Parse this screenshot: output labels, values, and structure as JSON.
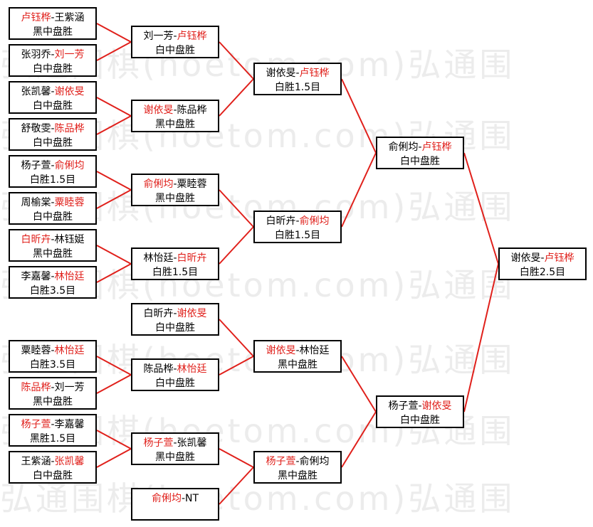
{
  "watermark": "弘通围棋(hoetom.com)弘通围",
  "colors": {
    "winner": "#e0201b",
    "line": "#e0201b",
    "text": "#000000",
    "border": "#000000"
  },
  "rounds": [
    {
      "name": "round-1",
      "matches": [
        {
          "id": "m1",
          "players": [
            {
              "name": "卢钰桦",
              "win": true
            },
            {
              "name": "王紫涵",
              "win": false
            }
          ],
          "result": "黑中盘胜"
        },
        {
          "id": "m2",
          "players": [
            {
              "name": "张羽乔",
              "win": false
            },
            {
              "name": "刘一芳",
              "win": true
            }
          ],
          "result": "白中盘胜"
        },
        {
          "id": "m3",
          "players": [
            {
              "name": "张凯馨",
              "win": false
            },
            {
              "name": "谢依旻",
              "win": true
            }
          ],
          "result": "白中盘胜"
        },
        {
          "id": "m4",
          "players": [
            {
              "name": "舒敬雯",
              "win": false
            },
            {
              "name": "陈品桦",
              "win": true
            }
          ],
          "result": "白中盘胜"
        },
        {
          "id": "m5",
          "players": [
            {
              "name": "杨子萱",
              "win": false
            },
            {
              "name": "俞俐均",
              "win": true
            }
          ],
          "result": "白胜1.5目"
        },
        {
          "id": "m6",
          "players": [
            {
              "name": "周榆棠",
              "win": false
            },
            {
              "name": "粟睦蓉",
              "win": true
            }
          ],
          "result": "白中盘胜"
        },
        {
          "id": "m7",
          "players": [
            {
              "name": "白昕卉",
              "win": true
            },
            {
              "name": "林钰娗",
              "win": false
            }
          ],
          "result": "黑中盘胜"
        },
        {
          "id": "m8",
          "players": [
            {
              "name": "李嘉馨",
              "win": false
            },
            {
              "name": "林怡廷",
              "win": true
            }
          ],
          "result": "白胜3.5目"
        },
        {
          "id": "m9",
          "players": [
            {
              "name": "粟睦蓉",
              "win": false
            },
            {
              "name": "林怡廷",
              "win": true
            }
          ],
          "result": "白胜3.5目"
        },
        {
          "id": "m10",
          "players": [
            {
              "name": "陈品桦",
              "win": true
            },
            {
              "name": "刘一芳",
              "win": false
            }
          ],
          "result": "黑中盘胜"
        },
        {
          "id": "m11",
          "players": [
            {
              "name": "杨子萱",
              "win": true
            },
            {
              "name": "李嘉馨",
              "win": false
            }
          ],
          "result": "黑胜1.5目"
        },
        {
          "id": "m12",
          "players": [
            {
              "name": "王紫涵",
              "win": false
            },
            {
              "name": "张凯馨",
              "win": true
            }
          ],
          "result": "白中盘胜"
        }
      ]
    },
    {
      "name": "round-2",
      "matches": [
        {
          "id": "n1",
          "players": [
            {
              "name": "刘一芳",
              "win": false
            },
            {
              "name": "卢钰桦",
              "win": true
            }
          ],
          "result": "白中盘胜"
        },
        {
          "id": "n2",
          "players": [
            {
              "name": "谢依旻",
              "win": true
            },
            {
              "name": "陈品桦",
              "win": false
            }
          ],
          "result": "黑中盘胜"
        },
        {
          "id": "n3",
          "players": [
            {
              "name": "俞俐均",
              "win": true
            },
            {
              "name": "粟睦蓉",
              "win": false
            }
          ],
          "result": "黑中盘胜"
        },
        {
          "id": "n4",
          "players": [
            {
              "name": "林怡廷",
              "win": false
            },
            {
              "name": "白昕卉",
              "win": true
            }
          ],
          "result": "白胜1.5目"
        },
        {
          "id": "n5",
          "players": [
            {
              "name": "白昕卉",
              "win": false
            },
            {
              "name": "谢依旻",
              "win": true
            }
          ],
          "result": "白中盘胜"
        },
        {
          "id": "n6",
          "players": [
            {
              "name": "陈品桦",
              "win": false
            },
            {
              "name": "林怡廷",
              "win": true
            }
          ],
          "result": "白中盘胜"
        },
        {
          "id": "n7",
          "players": [
            {
              "name": "杨子萱",
              "win": true
            },
            {
              "name": "张凯馨",
              "win": false
            }
          ],
          "result": "黑中盘胜"
        },
        {
          "id": "n8",
          "players": [
            {
              "name": "俞俐均",
              "win": true
            },
            {
              "name": "NT",
              "win": false
            }
          ],
          "result": ""
        }
      ]
    },
    {
      "name": "round-3",
      "matches": [
        {
          "id": "q1",
          "players": [
            {
              "name": "谢依旻",
              "win": false
            },
            {
              "name": "卢钰桦",
              "win": true
            }
          ],
          "result": "白胜1.5目"
        },
        {
          "id": "q2",
          "players": [
            {
              "name": "白昕卉",
              "win": false
            },
            {
              "name": "俞俐均",
              "win": true
            }
          ],
          "result": "白胜1.5目"
        },
        {
          "id": "q3",
          "players": [
            {
              "name": "谢依旻",
              "win": true
            },
            {
              "name": "林怡廷",
              "win": false
            }
          ],
          "result": "黑中盘胜"
        },
        {
          "id": "q4",
          "players": [
            {
              "name": "杨子萱",
              "win": true
            },
            {
              "name": "俞俐均",
              "win": false
            }
          ],
          "result": "黑中盘胜"
        }
      ]
    },
    {
      "name": "semifinal",
      "matches": [
        {
          "id": "s1",
          "players": [
            {
              "name": "俞俐均",
              "win": false
            },
            {
              "name": "卢钰桦",
              "win": true
            }
          ],
          "result": "白中盘胜"
        },
        {
          "id": "s2",
          "players": [
            {
              "name": "杨子萱",
              "win": false
            },
            {
              "name": "谢依旻",
              "win": true
            }
          ],
          "result": "白中盘胜"
        }
      ]
    },
    {
      "name": "final",
      "matches": [
        {
          "id": "f1",
          "players": [
            {
              "name": "谢依旻",
              "win": false
            },
            {
              "name": "卢钰桦",
              "win": true
            }
          ],
          "result": "白胜2.5目"
        }
      ]
    }
  ],
  "links": [
    [
      "m1",
      "n1"
    ],
    [
      "m2",
      "n1"
    ],
    [
      "m3",
      "n2"
    ],
    [
      "m4",
      "n2"
    ],
    [
      "m5",
      "n3"
    ],
    [
      "m6",
      "n3"
    ],
    [
      "m7",
      "n4"
    ],
    [
      "m8",
      "n4"
    ],
    [
      "m9",
      "n6"
    ],
    [
      "m10",
      "n6"
    ],
    [
      "m11",
      "n7"
    ],
    [
      "m12",
      "n7"
    ],
    [
      "n1",
      "q1"
    ],
    [
      "n2",
      "q1"
    ],
    [
      "n3",
      "q2"
    ],
    [
      "n4",
      "q2"
    ],
    [
      "n5",
      "q3"
    ],
    [
      "n6",
      "q3"
    ],
    [
      "n7",
      "q4"
    ],
    [
      "n8",
      "q4"
    ],
    [
      "q1",
      "s1"
    ],
    [
      "q2",
      "s1"
    ],
    [
      "q3",
      "s2"
    ],
    [
      "q4",
      "s2"
    ],
    [
      "s1",
      "f1"
    ],
    [
      "s2",
      "f1"
    ]
  ]
}
